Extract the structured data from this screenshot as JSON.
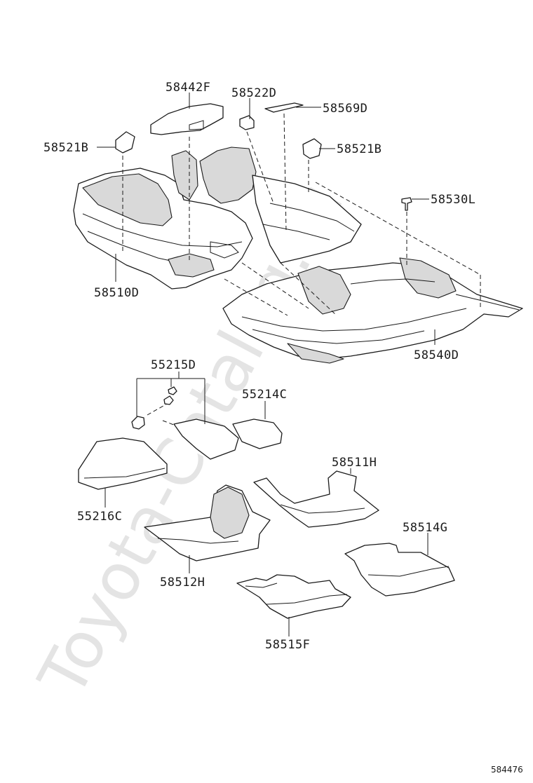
{
  "watermark": "Toyota-Catalog.ru",
  "figure_number": "584476",
  "callouts": {
    "c58442F": "58442F",
    "c58522D": "58522D",
    "c58569D": "58569D",
    "c58521B_left": "58521B",
    "c58521B_right": "58521B",
    "c58530L": "58530L",
    "c58510D": "58510D",
    "c58540D": "58540D",
    "c55215D": "55215D",
    "c55214C": "55214C",
    "c55216C": "55216C",
    "c58511H": "58511H",
    "c58514G": "58514G",
    "c58512H": "58512H",
    "c58515F": "58515F"
  }
}
